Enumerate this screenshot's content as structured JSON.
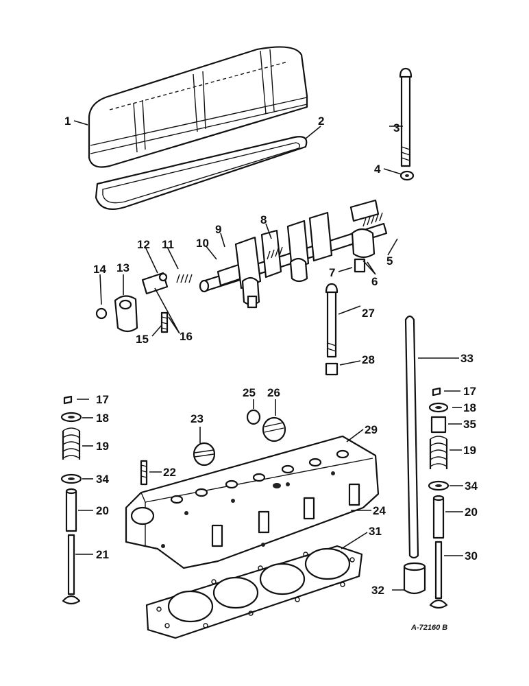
{
  "diagram": {
    "reference_code": "A-72160 B",
    "callouts": [
      "1",
      "2",
      "3",
      "4",
      "5",
      "6",
      "7",
      "8",
      "9",
      "10",
      "11",
      "12",
      "13",
      "14",
      "15",
      "16",
      "17",
      "18",
      "19",
      "20",
      "21",
      "22",
      "23",
      "24",
      "25",
      "26",
      "27",
      "28",
      "29",
      "30",
      "31",
      "32",
      "33",
      "34",
      "35"
    ]
  }
}
